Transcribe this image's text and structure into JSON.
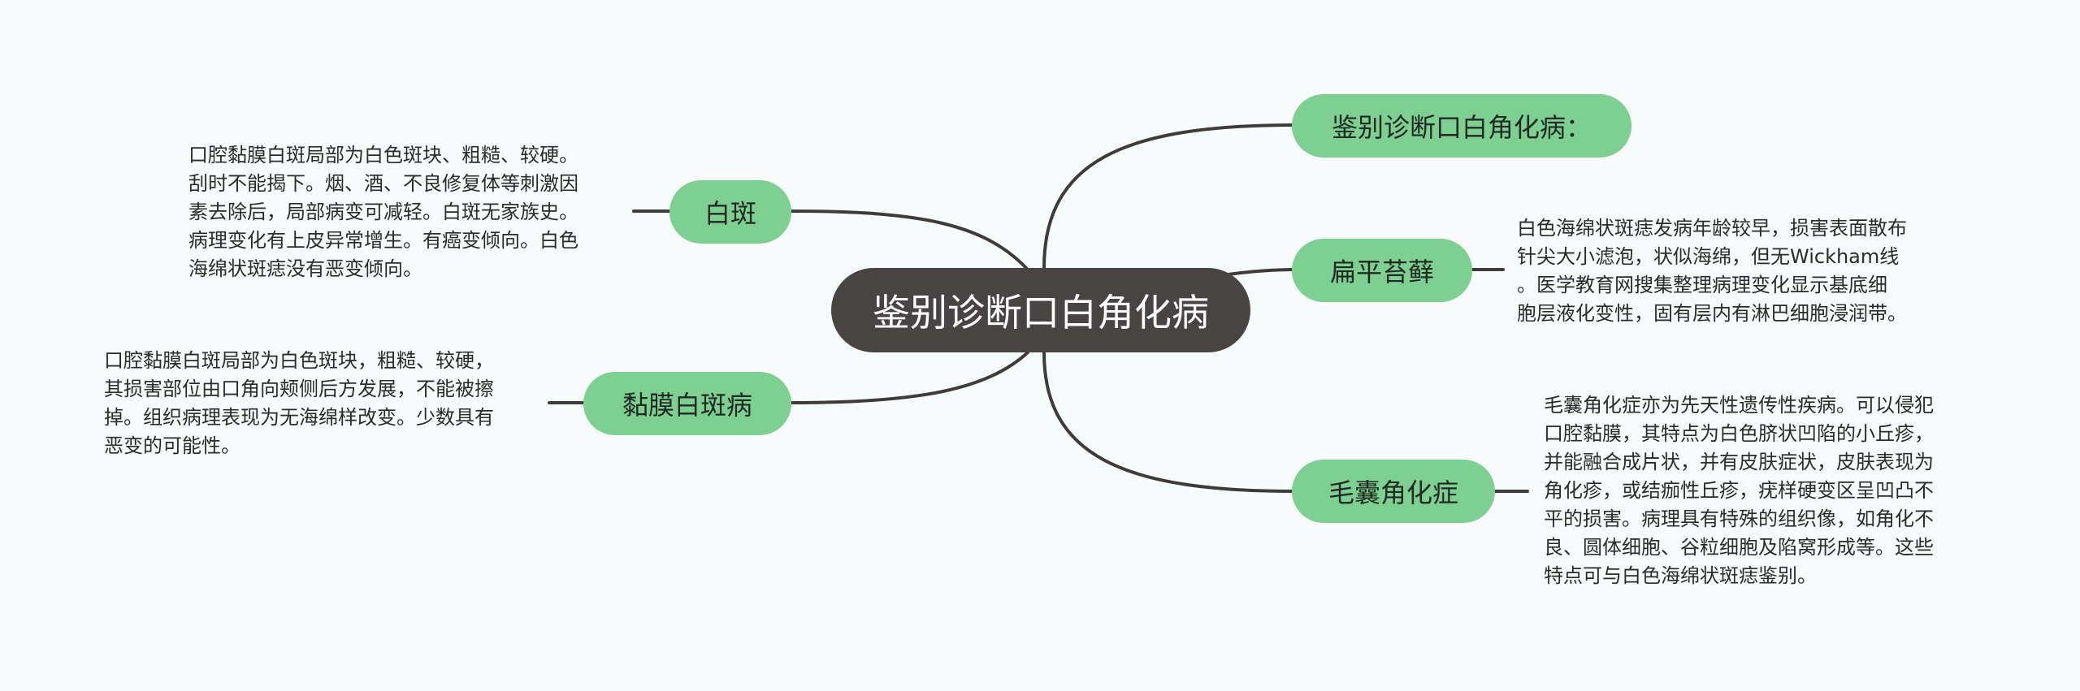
{
  "root": {
    "label": "鉴别诊断口白角化病"
  },
  "branches": {
    "top_right": {
      "label": "鉴别诊断口白角化病："
    },
    "bianping": {
      "label": "扁平苔藓"
    },
    "maonang": {
      "label": "毛囊角化症"
    },
    "baiban": {
      "label": "白斑"
    },
    "nianmo": {
      "label": "黏膜白斑病"
    }
  },
  "notes": {
    "baiban": [
      "口腔黏膜白斑局部为白色斑块、粗糙、较硬。",
      "刮时不能揭下。烟、酒、不良修复体等刺激因",
      "素去除后，局部病变可减轻。白斑无家族史。",
      "病理变化有上皮异常增生。有癌变倾向。白色",
      "海绵状斑痣没有恶变倾向。"
    ],
    "nianmo": [
      "口腔黏膜白斑局部为白色斑块，粗糙、较硬，",
      "其损害部位由口角向颊侧后方发展，不能被擦",
      "掉。组织病理表现为无海绵样改变。少数具有",
      "恶变的可能性。"
    ],
    "bianping": [
      "白色海绵状斑痣发病年龄较早，损害表面散布",
      "针尖大小滤泡，状似海绵，但无Wickham线",
      "。医学教育网搜集整理病理变化显示基底细",
      "胞层液化变性，固有层内有淋巴细胞浸润带。"
    ],
    "maonang": [
      "毛囊角化症亦为先天性遗传性疾病。可以侵犯",
      "口腔黏膜，其特点为白色脐状凹陷的小丘疹，",
      "并能融合成片状，并有皮肤症状，皮肤表现为",
      "角化疹，或结痂性丘疹，疣样硬变区呈凹凸不",
      "平的损害。病理具有特殊的组织像，如角化不",
      "良、圆体细胞、谷粒细胞及陷窝形成等。这些",
      "特点可与白色海绵状斑痣鉴别。"
    ]
  },
  "colors": {
    "background": "#f7fbfc",
    "root_fill": "#484444",
    "branch_fill": "#7ecf92",
    "connector": "#3f3b3b"
  }
}
